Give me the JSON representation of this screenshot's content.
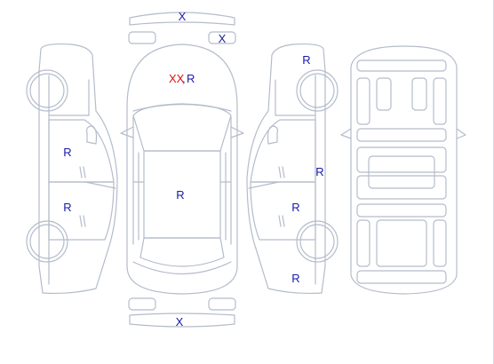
{
  "colors": {
    "outline": "#b4bccb",
    "mark_blue": "#1a1aa8",
    "mark_red": "#e01010"
  },
  "marks": {
    "roof_strip_x": "X",
    "front_right_x": "X",
    "hood_red": "XX",
    "hood_sep": ",",
    "hood_r": "R",
    "left_front_door": "R",
    "left_rear_door": "R",
    "roof": "R",
    "right_front_door": "R",
    "right_center": "R",
    "right_rear_door": "R",
    "right_rear_quarter": "R",
    "rear_bumper_x": "X"
  }
}
